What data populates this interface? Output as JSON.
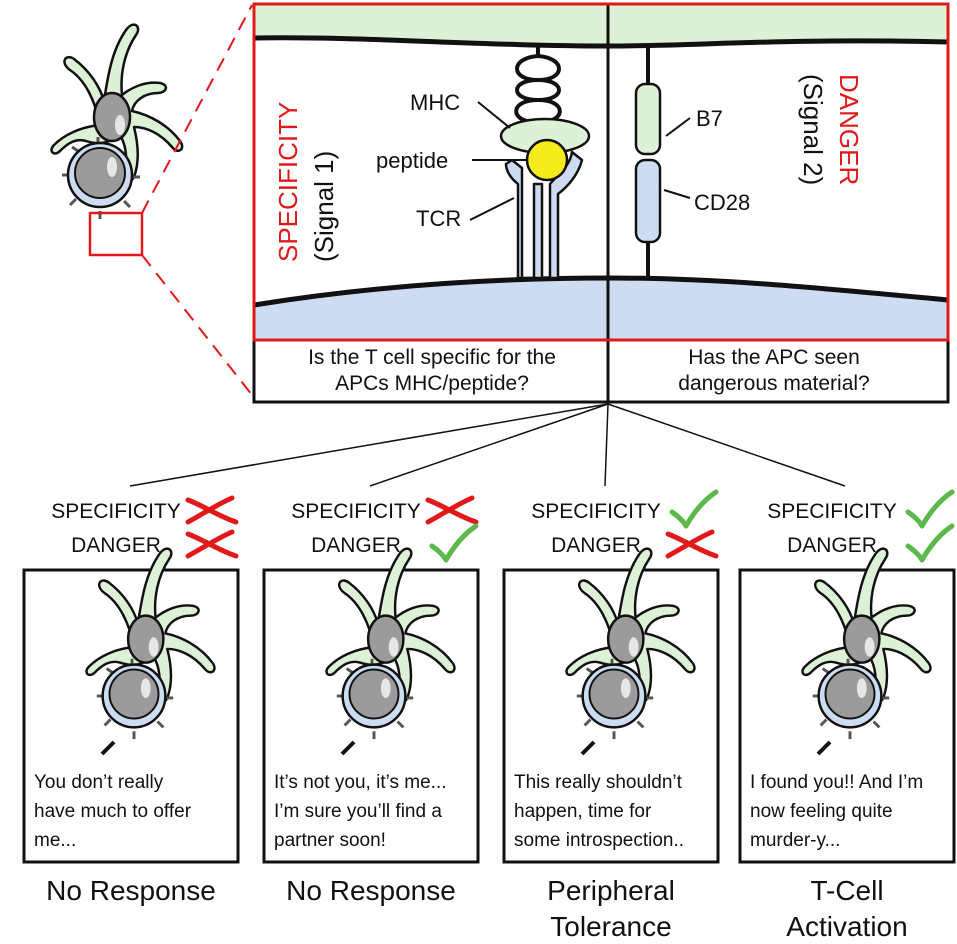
{
  "colors": {
    "apc_fill": "#ddf1d6",
    "tcell_fill": "#cddcf3",
    "highlight_red": "#e01a1a",
    "check_green": "#5cb84a",
    "peptide_yellow": "#f6ec1c"
  },
  "zoom_panel": {
    "left_label": "SPECIFICITY",
    "left_sublabel": "(Signal 1)",
    "right_label": "DANGER",
    "right_sublabel": "(Signal 2)",
    "mhc": "MHC",
    "peptide": "peptide",
    "tcr": "TCR",
    "b7": "B7",
    "cd28": "CD28",
    "question_left": [
      "Is the T cell specific for the",
      "APCs MHC/peptide?"
    ],
    "question_right": [
      "Has the APC seen",
      "dangerous material?"
    ]
  },
  "scenarios": [
    {
      "specificity_label": "SPECIFICITY",
      "danger_label": "DANGER",
      "specificity": "cross",
      "danger": "cross",
      "caption": [
        "You don’t really",
        "have much to offer",
        "me..."
      ],
      "outcome": [
        "No Response"
      ]
    },
    {
      "specificity_label": "SPECIFICITY",
      "danger_label": "DANGER",
      "specificity": "cross",
      "danger": "check",
      "caption": [
        "It’s not you, it’s me...",
        "I’m sure you’ll find a",
        "partner soon!"
      ],
      "outcome": [
        "No Response"
      ]
    },
    {
      "specificity_label": "SPECIFICITY",
      "danger_label": "DANGER",
      "specificity": "check",
      "danger": "cross",
      "caption": [
        "This really shouldn’t",
        "happen, time for",
        "some introspection.."
      ],
      "outcome": [
        "Peripheral",
        "Tolerance"
      ]
    },
    {
      "specificity_label": "SPECIFICITY",
      "danger_label": "DANGER",
      "specificity": "check",
      "danger": "check",
      "caption": [
        "I found you!! And I’m",
        "now feeling quite",
        "murder-y..."
      ],
      "outcome": [
        "T-Cell",
        "Activation"
      ]
    }
  ]
}
